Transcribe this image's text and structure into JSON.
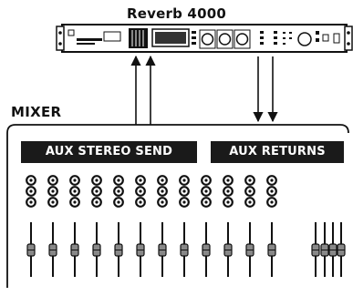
{
  "device": {
    "title": "Reverb 4000"
  },
  "mixer": {
    "title": "MIXER",
    "aux_send_label": "AUX STEREO SEND",
    "aux_returns_label": "AUX RETURNS",
    "channel_strip_count": 12,
    "knobs_per_strip": 3,
    "return_fader_count": 4
  },
  "signal_flow": {
    "send_arrow_direction": "up",
    "return_arrow_direction": "down"
  }
}
